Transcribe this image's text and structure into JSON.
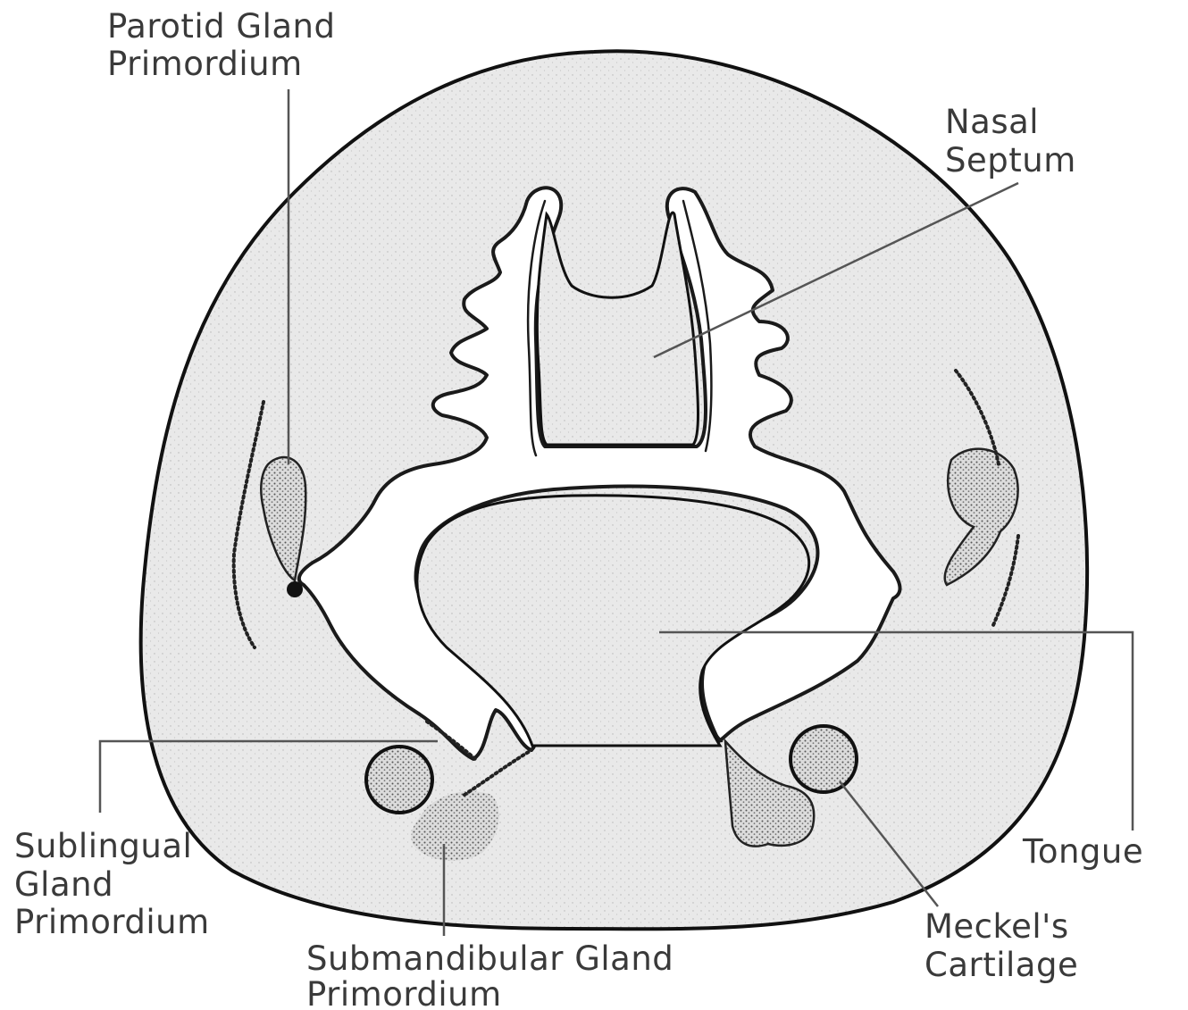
{
  "labels": {
    "parotid": [
      "Parotid Gland",
      "Primordium"
    ],
    "nasal": [
      "Nasal",
      "Septum"
    ],
    "sublingual": [
      "Sublingual",
      "Gland",
      "Primordium"
    ],
    "submandibular": [
      "Submandibular Gland",
      "Primordium"
    ],
    "tongue": [
      "Tongue"
    ],
    "meckel": [
      "Meckel's",
      "Cartilage"
    ]
  },
  "colors": {
    "tissue": "#e9e9e9",
    "line": "#1a1a1a",
    "label": "#3a3a3a"
  }
}
